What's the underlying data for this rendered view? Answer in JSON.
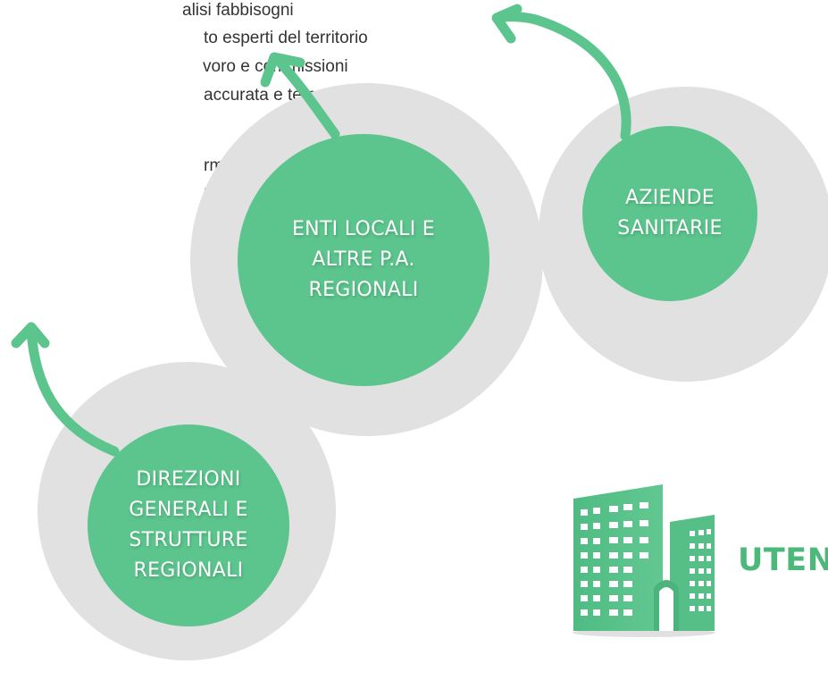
{
  "intro_text": {
    "lines": [
      "alisi fabbisogni",
      "to esperti del territorio",
      "voro e commissioni",
      "accurata  e  tem-",
      "rmazione",
      "ndimento"
    ]
  },
  "circles": {
    "direzioni": {
      "label": "DIREZIONI\nGENERALI E\nSTRUTTURE\nREGIONALI"
    },
    "enti": {
      "label": "ENTI LOCALI E\nALTRE P.A.\nREGIONALI"
    },
    "aziende": {
      "label": "AZIENDE\nSANITARIE"
    }
  },
  "utenti": {
    "label": "UTEN",
    "icon": "building-icon"
  },
  "colors": {
    "accent_green": "#5cc58d",
    "ring_grey": "#e1e1e1",
    "text": "#333333"
  }
}
